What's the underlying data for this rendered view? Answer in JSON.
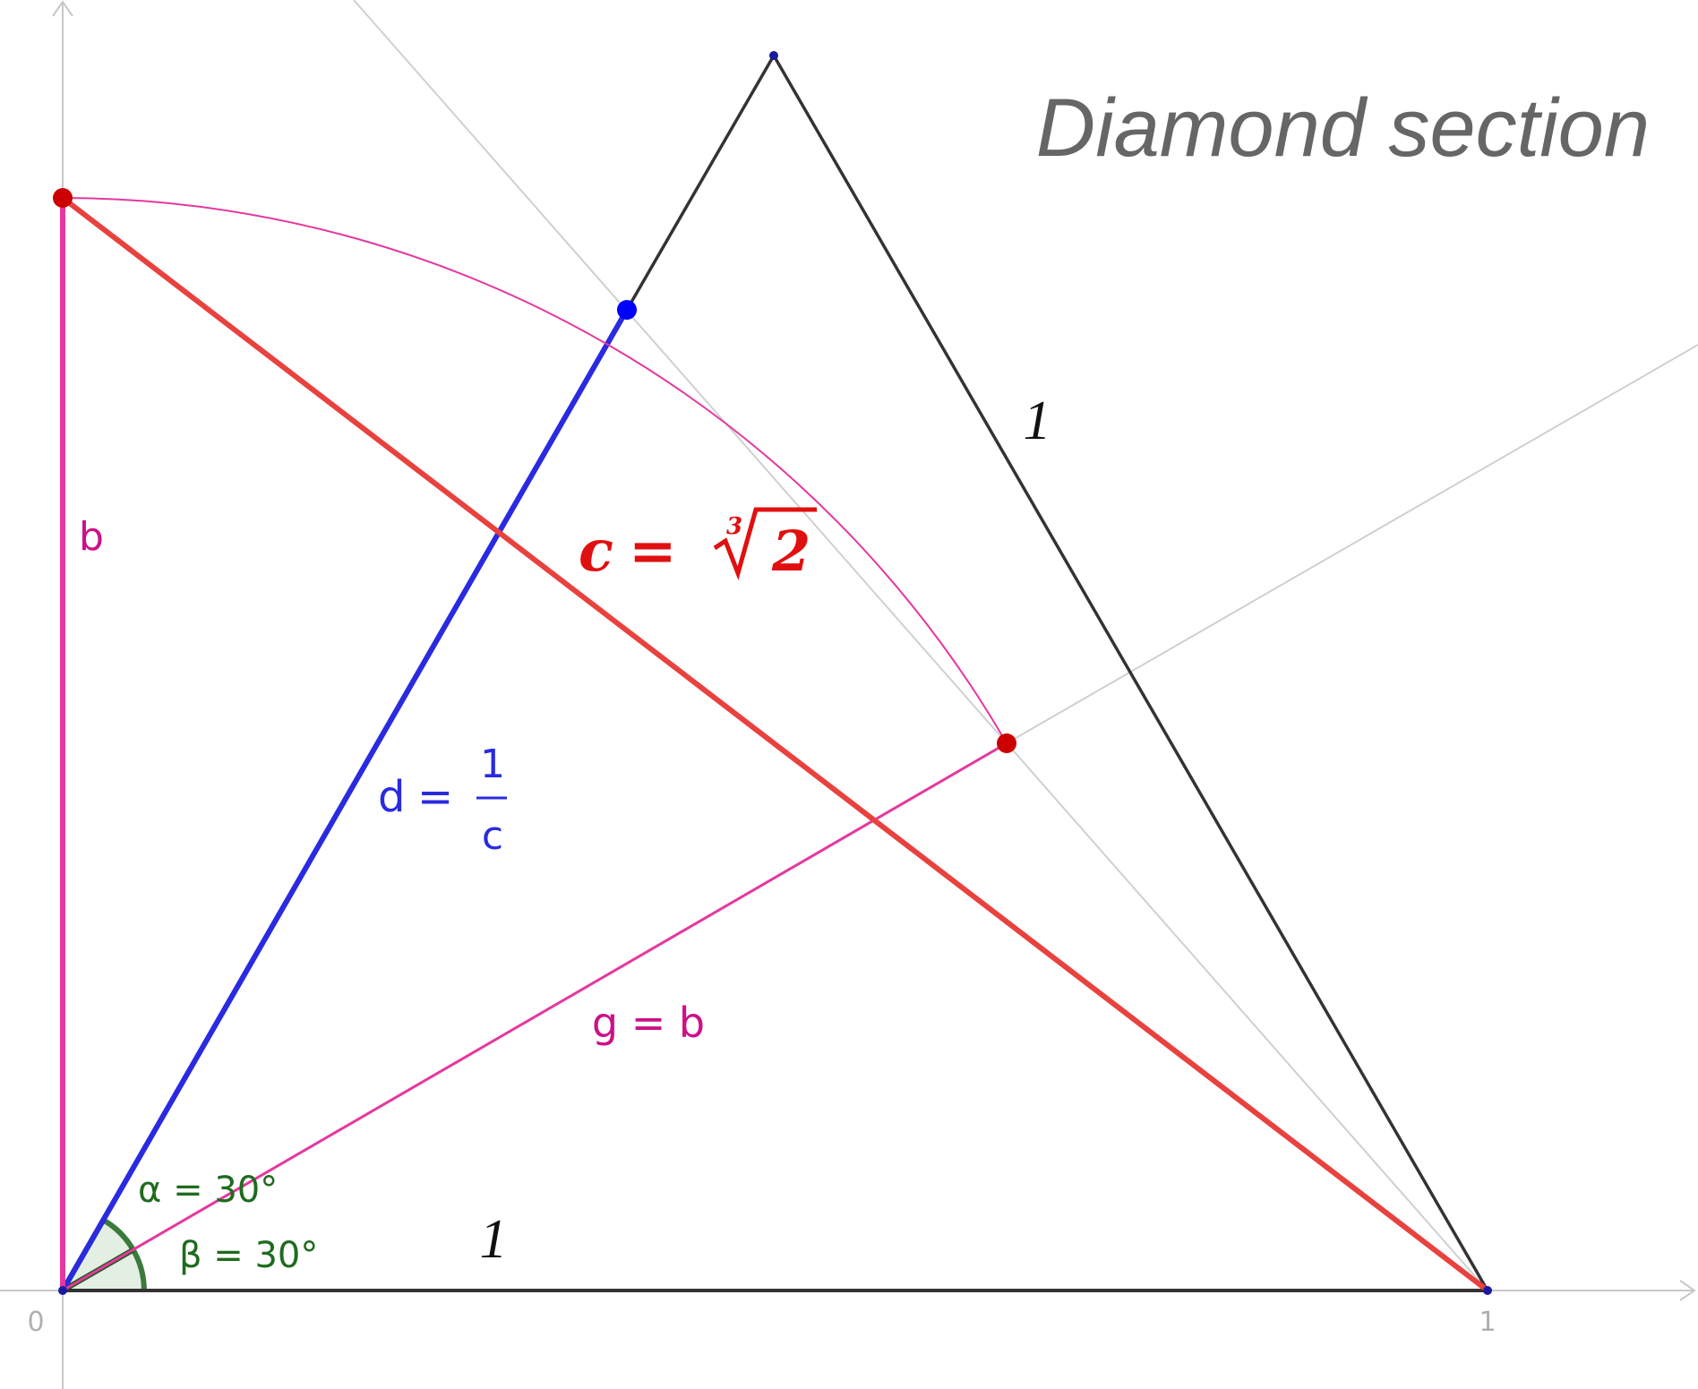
{
  "title": "Diamond section",
  "axis": {
    "origin_label": "0",
    "x_tick_label": "1"
  },
  "labels": {
    "side_bottom": "1",
    "side_right": "1",
    "b": "b",
    "c_lhs": "c",
    "c_eq": "=",
    "c_root_index": "3",
    "c_radicand": "2",
    "d_lhs": "d",
    "d_eq": "=",
    "d_num": "1",
    "d_den": "c",
    "g": "g = b",
    "alpha": "α = 30°",
    "beta": "β = 30°"
  },
  "colors": {
    "axis": "#c8c8c8",
    "aux_line": "#d0d0d0",
    "triangle": "#333333",
    "red": "#e8423f",
    "red_point": "#cc0000",
    "red_text": "#e01010",
    "blue": "#2a2ae0",
    "blue_point": "#0000ff",
    "magenta": "#e5389f",
    "magenta_text": "#cc1188",
    "green": "#1e6b1e",
    "green_fill": "#e3efe3",
    "title": "#666666"
  }
}
